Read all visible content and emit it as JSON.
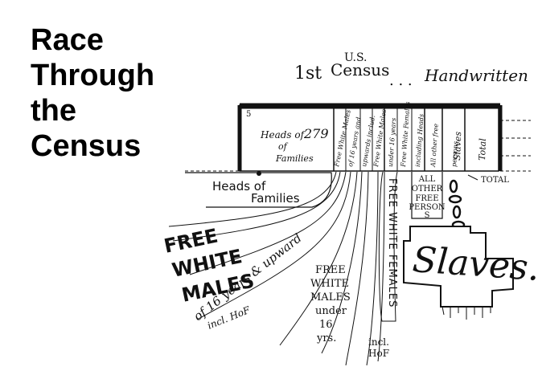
{
  "title": {
    "line1": "Race",
    "line2": "Through",
    "line3": "the",
    "line4": "Census"
  },
  "header_note": {
    "first": "1st",
    "us": "U.S.",
    "census": "Census",
    "dots": ". . .",
    "handwritten": "Handwritten"
  },
  "ledger": {
    "corner_mark": "5",
    "heads_label": "Heads of Families",
    "heads_number": "279",
    "total_label": "TOTAL"
  },
  "categories": {
    "heads_of_families": "Heads of Families",
    "free_white_males_16_up": [
      "FREE",
      "WHITE",
      "MALES"
    ],
    "males_16_up_note": "of 16 years & upward",
    "incl_hof_1": "incl. HoF",
    "free_white_males_under_16": [
      "FREE",
      "WHITE",
      "MALES",
      "under",
      "16",
      "yrs."
    ],
    "free_white_females": "FREE WHITE FEMALES",
    "incl_hof_2": [
      "incl.",
      "HoF"
    ],
    "all_other_free": [
      "ALL",
      "OTHER",
      "FREE",
      "PERSON",
      "S"
    ],
    "slaves": "Slaves."
  },
  "colors": {
    "ink": "#111111",
    "background": "#ffffff"
  }
}
